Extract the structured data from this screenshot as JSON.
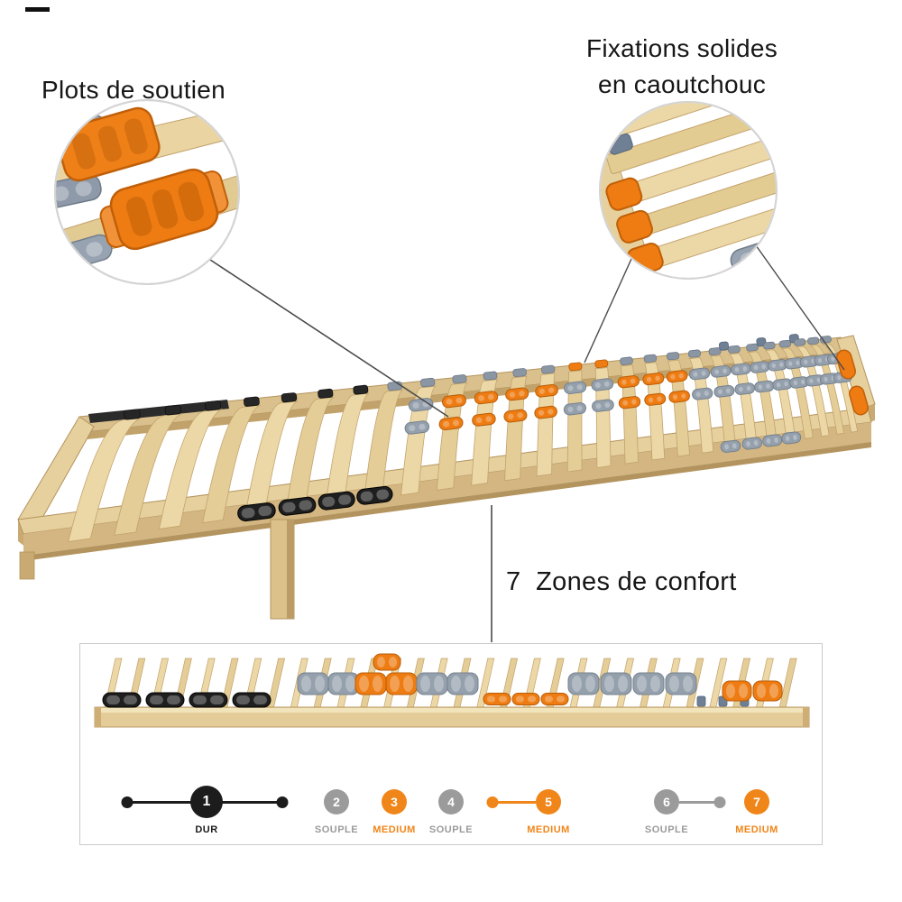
{
  "colors": {
    "orange": "#EE7C12",
    "zone_orange": "#F08519",
    "zone_gray": "#9B9B9B",
    "black": "#1C1C1C",
    "gray_plastic": "#97A3B1",
    "rubber_slate": "#6F8095",
    "wood_light": "#ECD8A6",
    "wood_dark": "#C2A26C",
    "text": "#161616"
  },
  "annotations": {
    "plots": {
      "title": "Plots de soutien"
    },
    "fixations": {
      "line1": "Fixations solides",
      "line2": "en caoutchouc"
    },
    "zones": {
      "title": "7  Zones de confort"
    }
  },
  "comfort_zones": [
    {
      "number": "1",
      "label": "DUR",
      "firmness": "dur"
    },
    {
      "number": "2",
      "label": "SOUPLE",
      "firmness": "souple"
    },
    {
      "number": "3",
      "label": "MEDIUM",
      "firmness": "medium"
    },
    {
      "number": "4",
      "label": "SOUPLE",
      "firmness": "souple"
    },
    {
      "number": "5",
      "label": "MEDIUM",
      "firmness": "medium"
    },
    {
      "number": "6",
      "label": "SOUPLE",
      "firmness": "souple"
    },
    {
      "number": "7",
      "label": "MEDIUM",
      "firmness": "medium"
    }
  ]
}
